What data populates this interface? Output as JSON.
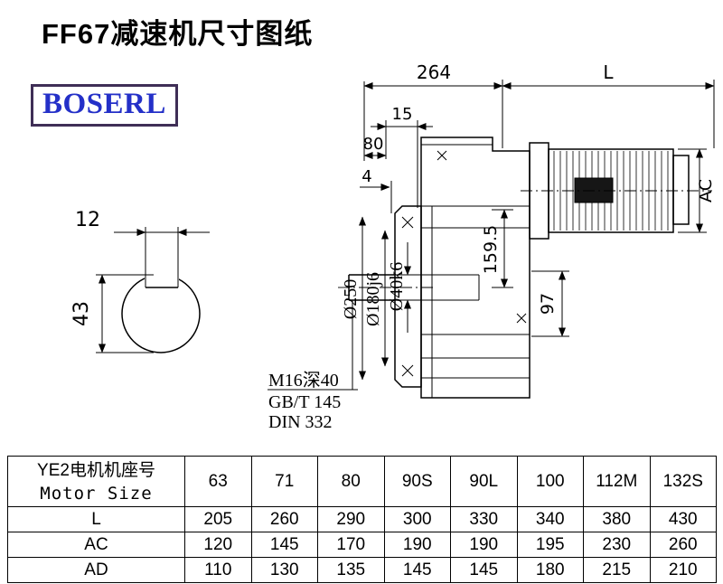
{
  "page": {
    "title": "FF67减速机尺寸图纸",
    "brand": "BOSERL"
  },
  "colors": {
    "brand_text": "#2430c8",
    "brand_border": "#3f2e56",
    "line": "#000000"
  },
  "drawing": {
    "dim_264": "264",
    "dim_L": "L",
    "dim_15": "15",
    "dim_80": "80",
    "dim_4": "4",
    "key_width": "12",
    "shaft_dia": "43",
    "dia_250": "Ø250",
    "dia_180": "Ø180j6",
    "dia_40": "Ø40k6",
    "dim_159_5": "159.5",
    "dim_97": "97",
    "dim_AC": "AC",
    "note_m16": "M16深40",
    "note_gbt": "GB/T 145",
    "note_din": "DIN 332"
  },
  "table": {
    "header": {
      "title_cn": "YE2电机机座号",
      "title_en": "Motor Size"
    },
    "sizes": [
      "63",
      "71",
      "80",
      "90S",
      "90L",
      "100",
      "112M",
      "132S"
    ],
    "rows": [
      {
        "label": "L",
        "values": [
          "205",
          "260",
          "290",
          "300",
          "330",
          "340",
          "380",
          "430"
        ]
      },
      {
        "label": "AC",
        "values": [
          "120",
          "145",
          "170",
          "190",
          "190",
          "195",
          "230",
          "260"
        ]
      },
      {
        "label": "AD",
        "values": [
          "110",
          "130",
          "135",
          "145",
          "145",
          "180",
          "215",
          "210"
        ]
      }
    ]
  }
}
